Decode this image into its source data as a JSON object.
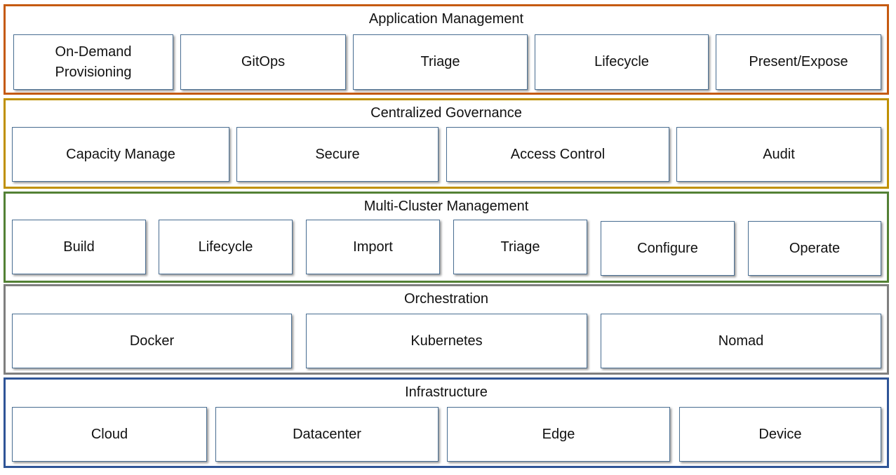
{
  "layers": [
    {
      "title": "Application Management",
      "border_color": "#C55A11",
      "items": [
        "On-Demand Provisioning",
        "GitOps",
        "Triage",
        "Lifecycle",
        "Present/Expose"
      ]
    },
    {
      "title": "Centralized Governance",
      "border_color": "#BF9000",
      "items": [
        "Capacity Manage",
        "Secure",
        "Access Control",
        "Audit"
      ]
    },
    {
      "title": "Multi-Cluster Management",
      "border_color": "#538135",
      "items": [
        "Build",
        "Lifecycle",
        "Import",
        "Triage",
        "Configure",
        "Operate"
      ]
    },
    {
      "title": "Orchestration",
      "border_color": "#7F7F7F",
      "items": [
        "Docker",
        "Kubernetes",
        "Nomad"
      ]
    },
    {
      "title": "Infrastructure",
      "border_color": "#2F5597",
      "items": [
        "Cloud",
        "Datacenter",
        "Edge",
        "Device"
      ]
    }
  ],
  "box_border_color": "#4A6F93"
}
